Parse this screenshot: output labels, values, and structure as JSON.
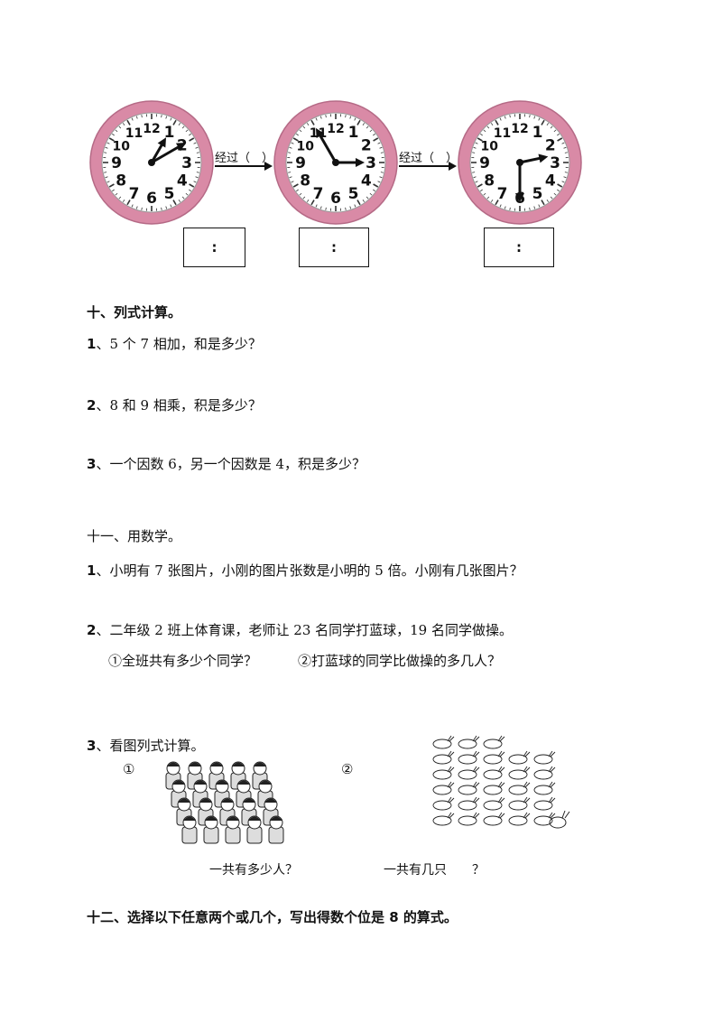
{
  "clocks": [
    {
      "hour": 1.0,
      "minute": 2.0
    },
    {
      "hour": 3.0,
      "minute": 11.0
    },
    {
      "hour": 2.6,
      "minute": 6.0
    }
  ],
  "clock_numbers": [
    "12",
    "1",
    "2",
    "3",
    "4",
    "5",
    "6",
    "7",
    "8",
    "9",
    "10",
    "11"
  ],
  "elapsed_labels": [
    "经过（　）",
    "经过（　）"
  ],
  "time_box_text": ":",
  "section10": {
    "title": "十、列式计算。",
    "items": [
      {
        "num": "1",
        "text": "、5 个 7 相加，和是多少？"
      },
      {
        "num": "2",
        "text": "、8 和 9 相乘，积是多少？"
      },
      {
        "num": "3",
        "text": "、一个因数 6，另一个因数是 4，积是多少？"
      }
    ]
  },
  "section11": {
    "title": "十一、用数学。",
    "q1": {
      "num": "1",
      "text": "、小明有 7 张图片，小刚的图片张数是小明的 5 倍。小刚有几张图片？"
    },
    "q2": {
      "num": "2",
      "text": "、二年级 2 班上体育课，老师让 23 名同学打蓝球，19 名同学做操。",
      "sub1": "①全班共有多少个同学？",
      "sub2": "②打蓝球的同学比做操的多几人？"
    },
    "q3": {
      "num": "3",
      "text": "、看图列式计算。",
      "mark1": "①",
      "mark2": "②",
      "caption1": "一共有多少人？",
      "caption2": "一共有几只　　？"
    }
  },
  "section12": {
    "title": "十二、选择以下任意两个或几个，写出得数个位是 8 的算式。"
  },
  "colors": {
    "clock_rim": "#d98aa6",
    "clock_face": "#ffffff",
    "ink": "#111111"
  }
}
